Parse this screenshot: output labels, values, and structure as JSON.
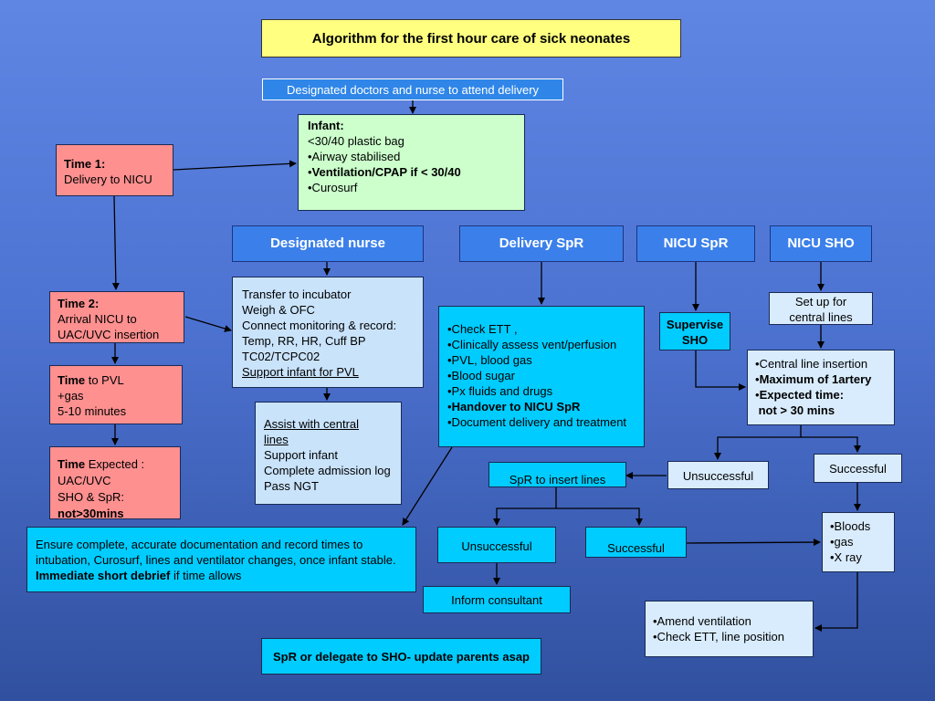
{
  "title": "Algorithm for the first hour care of sick neonates",
  "designated_doctors": "Designated doctors and nurse to attend delivery",
  "infant": {
    "heading": "Infant:",
    "lines": [
      "<30/40 plastic bag",
      "•Airway stabilised"
    ],
    "ventilation_bullet": "•",
    "ventilation_bold": "Ventilation",
    "ventilation_rest": "/CPAP if < 30/40",
    "last": "•Curosurf"
  },
  "time1": {
    "label": "Time 1:",
    "text": "Delivery to NICU"
  },
  "time2": {
    "label": "Time 2:",
    "lines": [
      "Arrival NICU  to",
      "UAC/UVC insertion"
    ]
  },
  "time_pvl": {
    "label": "Time",
    "rest": " to PVL",
    "lines": [
      "+gas",
      "5-10 minutes"
    ]
  },
  "time_expected": {
    "label": "Time",
    "rest": "  Expected :",
    "lines": [
      "UAC/UVC",
      "SHO & SpR:"
    ],
    "bold_line": "not>30mins"
  },
  "headers": {
    "designated_nurse": "Designated nurse",
    "delivery_spr": "Delivery SpR",
    "nicu_spr": "NICU SpR",
    "nicu_sho": "NICU SHO"
  },
  "nurse_tasks": {
    "lines": [
      "Transfer to incubator",
      "Weigh & OFC",
      "Connect monitoring & record:",
      "Temp, RR, HR, Cuff BP",
      "TC02/TCPC02"
    ],
    "underlined": "Support infant for PVL "
  },
  "nurse_assist": {
    "underlined": [
      "Assist with central ",
      "lines"
    ],
    "lines": [
      "Support infant",
      "Complete admission log",
      "Pass NGT"
    ]
  },
  "spr_tasks": {
    "lines": [
      "•Check ETT ,",
      "•Clinically assess vent/perfusion",
      "•PVL, blood gas",
      "•Blood sugar",
      "•Px fluids and drugs"
    ],
    "handover_bullet": "•",
    "handover_bold": "Handover to NICU SpR",
    "last": "•Document delivery and treatment"
  },
  "supervise": [
    "Supervise",
    "SHO"
  ],
  "set_up": [
    "Set up for",
    "central lines"
  ],
  "central_line": {
    "line1": "•Central line insertion",
    "b2_bullet": "•",
    "b2_bold": "Maximum of 1artery",
    "b3_bullet": "•",
    "b3_bold": "Expected time:",
    "b4_bold": " not > 30 mins"
  },
  "unsuccessful_1": "Unsuccessful",
  "successful_1": "Successful",
  "spr_insert": "SpR to insert lines",
  "unsuccessful_2": "Unsuccessful",
  "successful_2": "Successful",
  "inform": "Inform consultant",
  "bloods": [
    "•Bloods",
    "•gas",
    "•X ray"
  ],
  "amend": [
    "•Amend ventilation",
    "•Check ETT, line position"
  ],
  "documentation": {
    "text": "Ensure complete, accurate documentation and record times to intubation, Curosurf, lines and ventilator changes, once infant stable. ",
    "bold": "Immediate short debrief",
    "tail": " if time allows"
  },
  "parents": "SpR or delegate to SHO- update parents asap"
}
